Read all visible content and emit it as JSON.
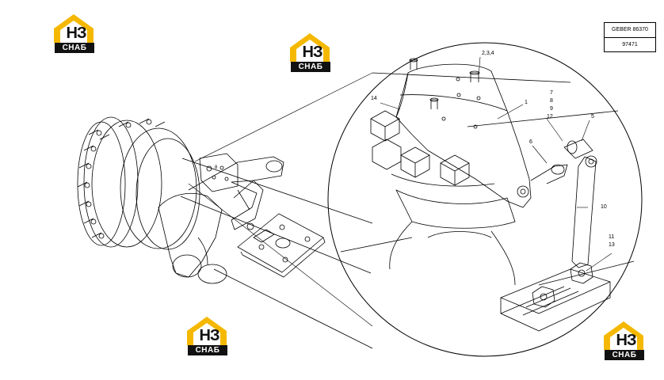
{
  "reference_box": {
    "line1": "GEBER 86370",
    "line2": "97471"
  },
  "callouts": {
    "c234": "2,3,4",
    "c14": "14",
    "c1": "1",
    "c7": "7",
    "c8": "8",
    "c9": "9",
    "c12": "12",
    "c6": "6",
    "c5": "5",
    "c10": "10",
    "c11": "11",
    "c13": "13",
    "c_small": "8"
  },
  "logos": [
    {
      "mark": "НЗ",
      "word": "СНАБ"
    },
    {
      "mark": "НЗ",
      "word": "СНАБ"
    },
    {
      "mark": "НЗ",
      "word": "СНАБ"
    },
    {
      "mark": "НЗ",
      "word": "СНАБ"
    }
  ],
  "colors": {
    "line": "#000000",
    "logo_yellow": "#f5b800",
    "logo_dark": "#111111"
  }
}
